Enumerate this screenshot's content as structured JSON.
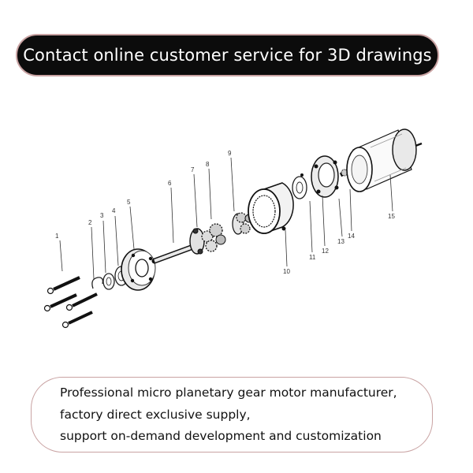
{
  "banner": {
    "text": "Contact online customer service for 3D drawings"
  },
  "diagram": {
    "part_numbers": [
      "1",
      "2",
      "3",
      "4",
      "5",
      "6",
      "7",
      "8",
      "9",
      "10",
      "11",
      "12",
      "13",
      "14",
      "15"
    ]
  },
  "info": {
    "lines": [
      "Professional micro planetary gear motor manufacturer,",
      "factory direct exclusive supply,",
      "support on-demand development and customization"
    ]
  },
  "colors": {
    "banner_bg": "#0c0c0c",
    "border_accent": "#c9a3a3"
  }
}
